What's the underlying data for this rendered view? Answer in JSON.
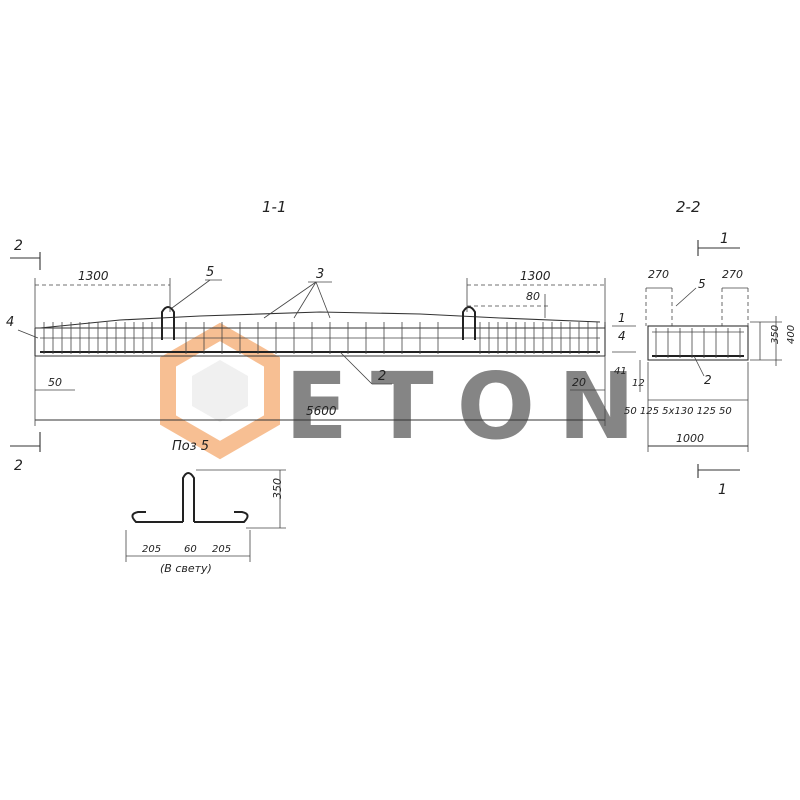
{
  "section_labels": {
    "section_1_1": "1-1",
    "section_2_2": "2-2",
    "cut_mark_2": "2",
    "cut_mark_1": "1"
  },
  "beam_dims": {
    "left_zone": "1300",
    "right_zone": "1300",
    "length": "5600",
    "end_left": "50",
    "end_right": "20",
    "loop_height": "80"
  },
  "positions": {
    "pos_2": "2",
    "pos_3": "3",
    "pos_4": "4",
    "pos_5": "5"
  },
  "section_dims": {
    "top_left": "270",
    "top_right": "270",
    "height_inner": "350",
    "height_total": "400",
    "cover": "41",
    "cover_2": "12",
    "bottom_row": "50 125  5x130  125 50",
    "width": "1000"
  },
  "loop_detail": {
    "title": "Поз 5",
    "height": "350",
    "left_leg": "205",
    "center": "60",
    "right_leg": "205",
    "note": "(В свету)"
  },
  "watermark": {
    "text": "ETON",
    "color": "#f28c3c"
  }
}
